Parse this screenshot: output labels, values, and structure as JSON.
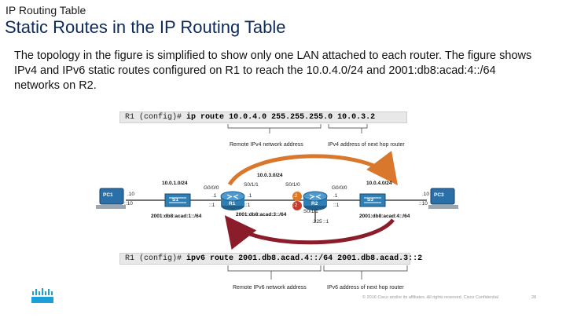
{
  "header": {
    "topic": "IP Routing Table",
    "title": "Static Routes in the IP Routing Table"
  },
  "body_text": "The topology in the figure is simplified to show only one LAN attached to each router. The figure shows IPv4 and IPv6 static routes configured on R1 to reach the 10.0.4.0/24 and 2001:db8:acad:4::/64 networks on R2.",
  "commands": {
    "ipv4": {
      "prompt": "R1 (config)#",
      "cmd": "ip route",
      "network": "10.0.4.0 255.255.255.0",
      "nexthop": "10.0.3.2"
    },
    "ipv6": {
      "prompt": "R1 (config)#",
      "cmd": "ipv6 route",
      "network": "2001.db8.acad.4::/64",
      "nexthop": "2001.db8.acad.3::2"
    }
  },
  "captions": {
    "remote_ipv4": "Remote IPv4 network address",
    "nexthop_ipv4": "IPv4 address of next hop router",
    "remote_ipv6": "Remote IPv6 network address",
    "nexthop_ipv6": "IPv6 address of next hop router"
  },
  "topology": {
    "pc1": "PC1",
    "pc3": "PC3",
    "s1": "S1",
    "r1": "R1",
    "r2": "R2",
    "s3": "S3",
    "net_left_v4": "10.0.1.0/24",
    "net_left_v6": "2001:db8:acad:1::/64",
    "net_mid_v4": "10.0.3.0/24",
    "net_mid_v6": "2001:db8:acad:3::/64",
    "net_right_v4": "10.0.4.0/24",
    "net_right_v6": "2001:db8:acad:4::/64",
    "pc1_v4": ".10",
    "pc1_v6": "::10",
    "pc3_v4": ".10",
    "pc3_v6": "::10",
    "r1_g0": "G0/0/0",
    "r1_g0_v4": ".1",
    "r1_g0_v6": "::1",
    "r1_s0": "S0/1/1",
    "r1_s0_v4": ".1",
    "r1_s0_v6": "::1",
    "r2_s0": "S0/1/0",
    "r2_s0_v4": ".2",
    "r2_s0_v6": "::2",
    "r2_g0": "G0/0/0",
    "r2_g0_v4": ".1",
    "r2_g0_v6": "::1",
    "r2_s1": "S0/1/1",
    "r2_s1_v4": ".225",
    "r2_s1_v6": "::1"
  },
  "footer": {
    "copyright": "© 2016 Cisco and/or its affiliates. All rights reserved. Cisco Confidential",
    "page": "28"
  },
  "colors": {
    "title": "#0c2a5c",
    "arrow_top": "#d9782d",
    "arrow_bottom": "#8b1c2a",
    "cisco": "#1ba0d7"
  }
}
